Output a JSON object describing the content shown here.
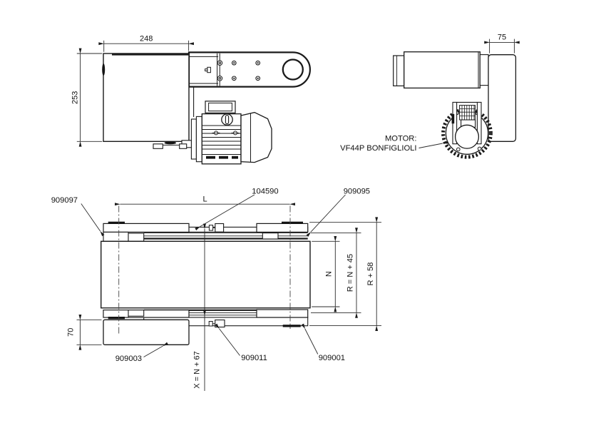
{
  "drawing": {
    "side_view": {
      "dim_width": "248",
      "dim_height": "253"
    },
    "end_view": {
      "dim_depth": "75",
      "motor_label_line1": "MOTOR:",
      "motor_label_line2": "VF44P BONFIGLIOLI"
    },
    "plan_view": {
      "dim_length": "L",
      "dim_belt_width": "N",
      "dim_roller": "R = N + 45",
      "dim_overall": "R + 58",
      "dim_cross": "X = N + 67",
      "dim_motor_box": "70",
      "part_top_left": "909097",
      "part_belt": "104590",
      "part_top_right": "909095",
      "part_motor_box": "909003",
      "part_fitting": "909011",
      "part_bottom_right": "909001"
    }
  },
  "colors": {
    "line": "#1a1a1a",
    "background": "#ffffff"
  }
}
